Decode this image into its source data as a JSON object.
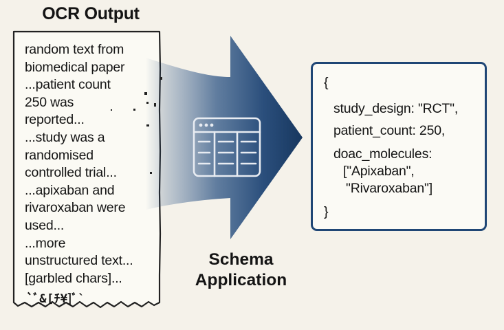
{
  "title": "OCR Output",
  "ocr_lines": [
    "random text from",
    "biomedical paper",
    "...patient count",
    "250 was",
    "reported...",
    "...study was a",
    "randomised",
    "controlled trial...",
    "...apixaban and",
    "rivaroxaban were",
    "used...",
    "...more",
    "unstructured text...",
    "[garbled chars]..."
  ],
  "garbled_line": "`ﾞ&[ﾁ¥]ﾞ`",
  "schema_label": [
    "Schema",
    "Application"
  ],
  "json_lines": [
    "{",
    "study_design: \"RCT\",",
    "patient_count: 250,",
    "doac_molecules:",
    "[\"Apixaban\",",
    "\"Rivaroxaban\"]",
    "}"
  ],
  "icons": {
    "schema": "table-grid-icon",
    "flow": "arrow-right-icon"
  },
  "colors": {
    "accent": "#1f4675",
    "arrow_dark": "#1c3d6b",
    "background": "#f5f2ea",
    "text": "#141414"
  }
}
